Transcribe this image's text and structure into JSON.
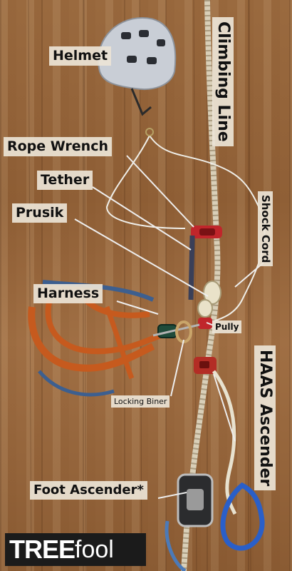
{
  "labels": {
    "helmet": "Helmet",
    "climbing_line": "Climbing Line",
    "rope_wrench": "Rope Wrench",
    "tether": "Tether",
    "shock_cord": "Shock Cord",
    "prusik": "Prusik",
    "harness": "Harness",
    "pully": "Pully",
    "haas_ascender": "HAAS Ascender",
    "locking_biner": "Locking Biner",
    "foot_ascender": "Foot Ascender*"
  },
  "logo": {
    "part1": "TREE",
    "part2": "fool"
  },
  "colors": {
    "floor": "#9a6a3f",
    "label_bg": "#ebe4d6",
    "helmet": "#c9ced6",
    "rope": "#d9cfb8",
    "harness_orange": "#c65a1e",
    "harness_blue": "#3d5f8f",
    "hardware_red": "#c0262b",
    "foot_loop_blue": "#2a5fc8"
  },
  "icons": [
    "helmet-icon",
    "rope-icon",
    "harness-icon",
    "carabiner-icon",
    "ascender-icon"
  ]
}
